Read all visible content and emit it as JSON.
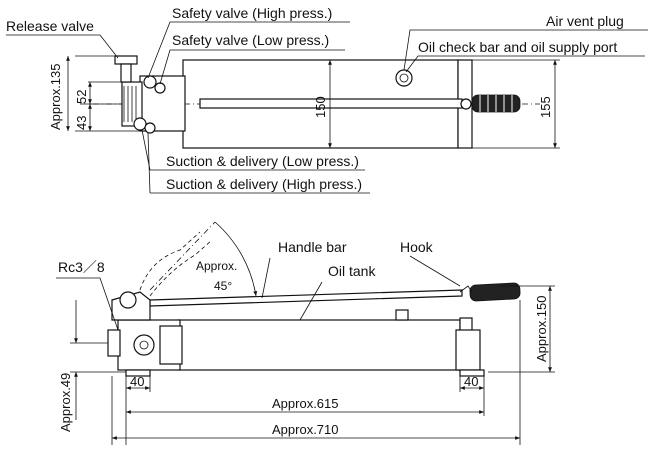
{
  "labels": {
    "release_valve": "Release valve",
    "safety_valve_high": "Safety valve (High press.)",
    "safety_valve_low": "Safety valve (Low press.)",
    "air_vent_plug": "Air vent plug",
    "oil_check_bar": "Oil check bar and oil supply port",
    "suction_low": "Suction & delivery (Low press.)",
    "suction_high": "Suction & delivery (High press.)",
    "rc": "Rc3／8",
    "angle": "Approx.",
    "angle_value": "45°",
    "handle_bar": "Handle bar",
    "oil_tank": "Oil tank",
    "hook": "Hook"
  },
  "dimensions": {
    "top_approx_135": "Approx.135",
    "top_52": "52",
    "top_43": "43",
    "top_150": "150",
    "top_155": "155",
    "side_approx_150": "Approx.150",
    "side_approx_49": "Approx.49",
    "side_40_left": "40",
    "side_40_right": "40",
    "side_approx_615": "Approx.615",
    "side_approx_710": "Approx.710"
  }
}
